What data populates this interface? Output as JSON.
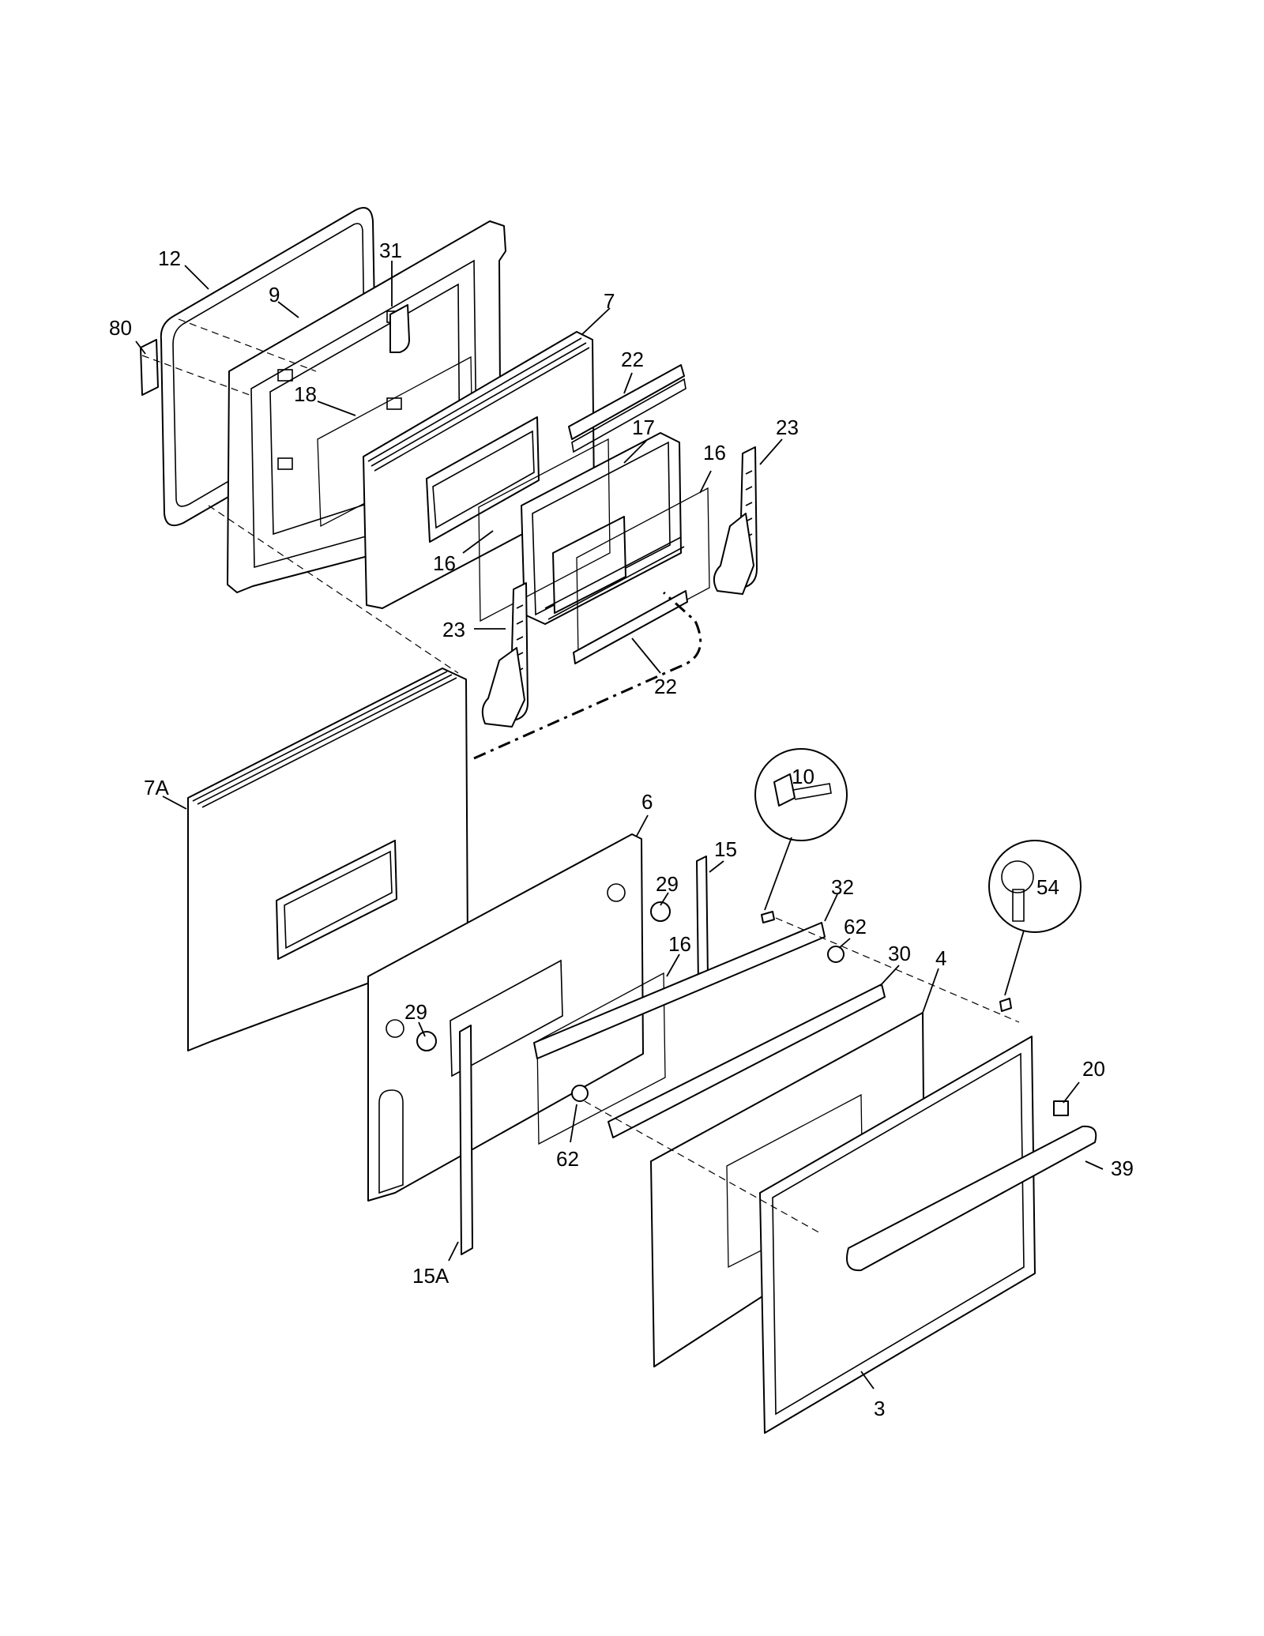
{
  "labels": {
    "p12": "12",
    "p31": "31",
    "p9": "9",
    "p7": "7",
    "p80": "80",
    "p18": "18",
    "p22a": "22",
    "p17": "17",
    "p16a": "16",
    "p23a": "23",
    "p16b": "16",
    "p23b": "23",
    "p22b": "22",
    "p10": "10",
    "p7A": "7A",
    "p6": "6",
    "p15": "15",
    "p29a": "29",
    "p32": "32",
    "p62a": "62",
    "p30": "30",
    "p4": "4",
    "p54": "54",
    "p16c": "16",
    "p29b": "29",
    "p20": "20",
    "p39": "39",
    "p62b": "62",
    "p15A": "15A",
    "p3": "3"
  }
}
